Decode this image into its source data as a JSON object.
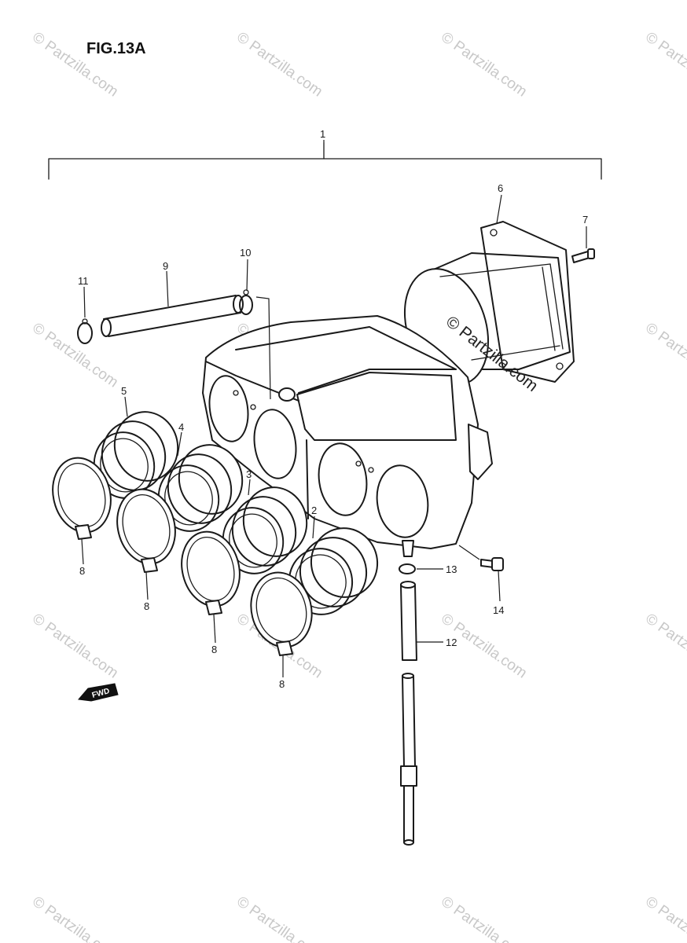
{
  "figure_title": "FIG.13A",
  "callouts": [
    "1",
    "2",
    "3",
    "4",
    "5",
    "6",
    "7",
    "8",
    "8",
    "8",
    "8",
    "9",
    "10",
    "11",
    "12",
    "13",
    "14"
  ],
  "fwd_label": "FWD",
  "watermark_text": "© Partzilla.com",
  "colors": {
    "ink": "#1a1a1a",
    "watermark": "#c8c8c8",
    "background": "#ffffff"
  }
}
